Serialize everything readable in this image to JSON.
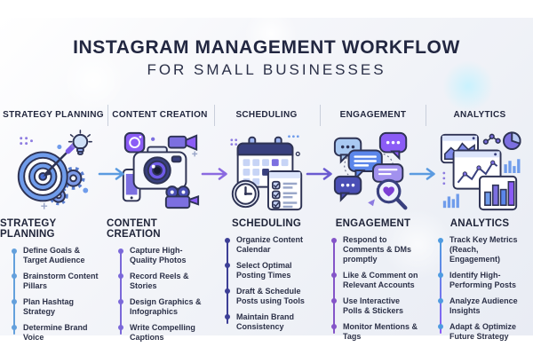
{
  "title": {
    "line1": "INSTAGRAM MANAGEMENT WORKFLOW",
    "line2": "FOR SMALL BUSINESSES"
  },
  "columns": [
    {
      "header": "STRATEGY PLANNING",
      "subheader": "STRATEGY PLANNING",
      "icon": "target-strategy-icon",
      "accent": "#64a0dc",
      "accent2": "#64a0dc",
      "items": [
        "Define Goals & Target Audience",
        "Brainstorm Content Pillars",
        "Plan Hashtag Strategy",
        "Determine Brand Voice"
      ]
    },
    {
      "header": "CONTENT CREATION",
      "subheader": "CONTENT CREATION",
      "icon": "camera-content-icon",
      "accent": "#7b68d9",
      "accent2": "#7b68d9",
      "items": [
        "Capture High-Quality Photos",
        "Record Reels & Stories",
        "Design Graphics & Infographics",
        "Write Compelling Captions"
      ]
    },
    {
      "header": "SCHEDULING",
      "subheader": "SCHEDULING",
      "icon": "calendar-schedule-icon",
      "accent": "#3d3f96",
      "accent2": "#3d3f96",
      "items": [
        "Organize Content Calendar",
        "Select Optimal Posting Times",
        "Draft & Schedule Posts using Tools",
        "Maintain Brand Consistency"
      ]
    },
    {
      "header": "ENGAGEMENT",
      "subheader": "ENGAGEMENT",
      "icon": "chat-engagement-icon",
      "accent": "#8455c8",
      "accent2": "#8455c8",
      "items": [
        "Respond to Comments & DMs promptly",
        "Like & Comment on Relevant Accounts",
        "Use Interactive Polls & Stickers",
        "Monitor Mentions & Tags"
      ]
    },
    {
      "header": "ANALYTICS",
      "subheader": "ANALYTICS",
      "icon": "charts-analytics-icon",
      "accent": "#4f9be0",
      "accent2": "#8b5cf6",
      "items": [
        "Track Key Metrics (Reach, Engagement)",
        "Identify High-Performing Posts",
        "Analyze Audience Insights",
        "Adapt & Optimize Future Strategy"
      ]
    }
  ],
  "arrows": [
    {
      "color": "#5b9be0"
    },
    {
      "color": "#8b6ae0"
    },
    {
      "color": "#6b5bd0"
    },
    {
      "color": "#5b9be0"
    }
  ],
  "colors": {
    "title": "#222741",
    "header_text": "#23283f",
    "body_text": "#2c3148",
    "background": "#edf0f6",
    "divider": "#c9cfdb"
  }
}
